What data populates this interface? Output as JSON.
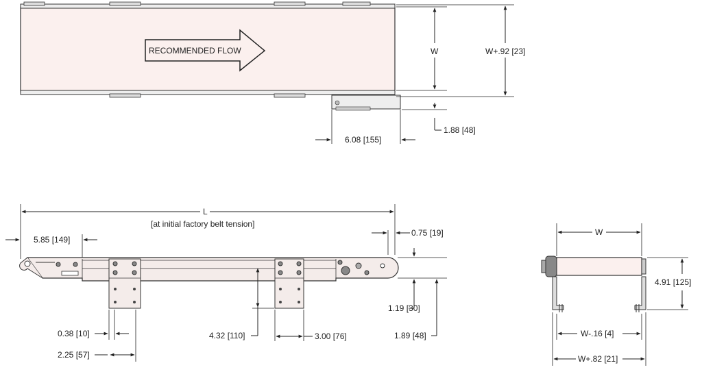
{
  "top_view": {
    "flow_label": "RECOMMENDED FLOW",
    "dim_w": "W",
    "dim_w_plus": "W+.92 [23]",
    "dim_drive_length": "6.08 [155]",
    "dim_drive_offset": "1.88 [48]"
  },
  "side_view": {
    "dim_length": "L",
    "length_note": "[at initial factory belt tension]",
    "dim_left_offset": "5.85 [149]",
    "dim_right_offset": "0.75 [19]",
    "dim_height": "1.19 [30]",
    "dim_overall_height": "1.89 [48]",
    "dim_stand_height": "4.32 [110]",
    "dim_mount_spacing": "3.00 [76]",
    "dim_slot": "0.38 [10]",
    "dim_mount_width": "2.25 [57]"
  },
  "end_view": {
    "dim_w": "W",
    "dim_height": "4.91 [125]",
    "dim_w_minus": "W-.16 [4]",
    "dim_w_plus": "W+.82 [21]"
  },
  "colors": {
    "belt_fill": "#fbf0ee",
    "frame_fill": "#f4ecea",
    "line": "#222222"
  }
}
